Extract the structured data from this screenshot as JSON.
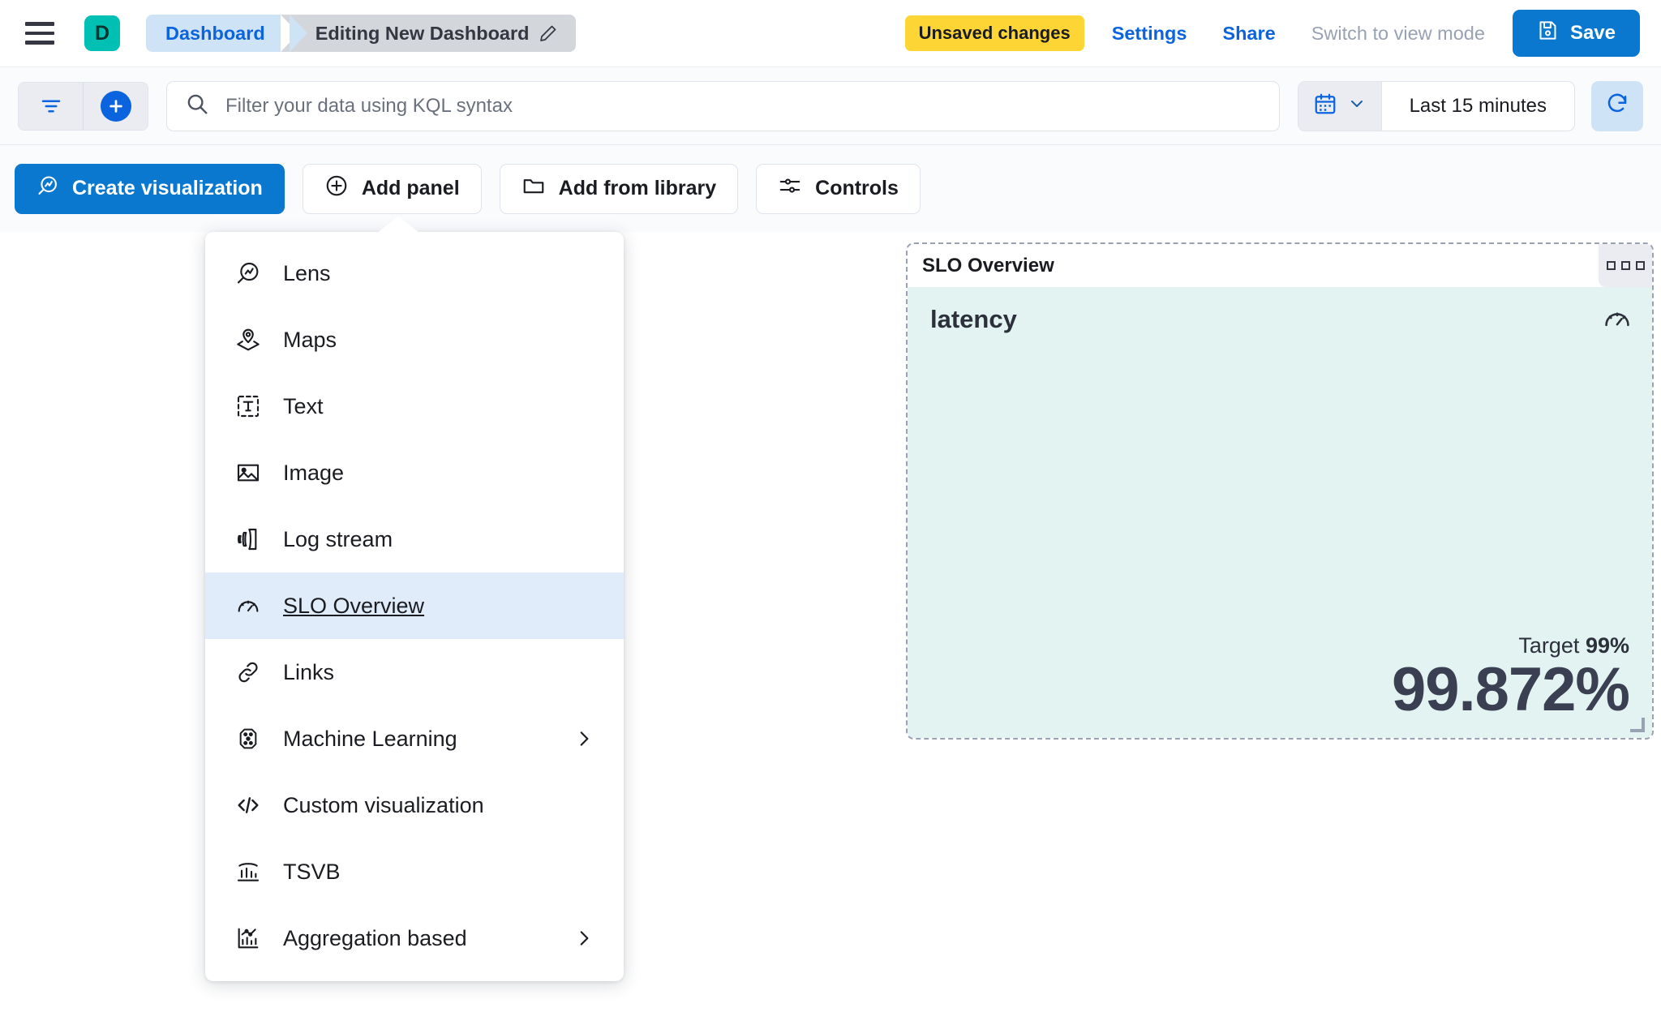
{
  "header": {
    "menu_icon": "hamburger-menu-icon",
    "avatar_letter": "D",
    "breadcrumb_root": "Dashboard",
    "breadcrumb_current": "Editing New Dashboard",
    "edit_icon": "pencil-icon",
    "unsaved_badge": "Unsaved changes",
    "settings_link": "Settings",
    "share_link": "Share",
    "view_mode_link": "Switch to view mode",
    "save_label": "Save",
    "save_icon": "save-disk-icon",
    "accent_blue": "#0b64dd",
    "save_bg": "#0b78d0",
    "badge_bg": "#fdd535",
    "avatar_bg": "#00bfb3"
  },
  "querybar": {
    "filter_icon": "filter-icon",
    "add_filter_icon": "plus-icon",
    "search_icon": "search-icon",
    "search_placeholder": "Filter your data using KQL syntax",
    "search_value": "",
    "calendar_icon": "calendar-icon",
    "chevron_icon": "chevron-down-icon",
    "time_range": "Last 15 minutes",
    "refresh_icon": "refresh-icon"
  },
  "toolbar": {
    "create_visualization": "Create visualization",
    "create_visualization_icon": "lens-icon",
    "add_panel": "Add panel",
    "add_panel_icon": "plus-circle-icon",
    "add_from_library": "Add from library",
    "add_from_library_icon": "folder-icon",
    "controls": "Controls",
    "controls_icon": "sliders-icon"
  },
  "menu": {
    "items": [
      {
        "label": "Lens",
        "icon": "lens-icon",
        "selected": false,
        "submenu": false
      },
      {
        "label": "Maps",
        "icon": "map-pin-layers-icon",
        "selected": false,
        "submenu": false
      },
      {
        "label": "Text",
        "icon": "text-box-icon",
        "selected": false,
        "submenu": false
      },
      {
        "label": "Image",
        "icon": "image-icon",
        "selected": false,
        "submenu": false
      },
      {
        "label": "Log stream",
        "icon": "log-stream-icon",
        "selected": false,
        "submenu": false
      },
      {
        "label": "SLO Overview",
        "icon": "gauge-icon",
        "selected": true,
        "submenu": false
      },
      {
        "label": "Links",
        "icon": "link-icon",
        "selected": false,
        "submenu": false
      },
      {
        "label": "Machine Learning",
        "icon": "machine-learning-icon",
        "selected": false,
        "submenu": true
      },
      {
        "label": "Custom visualization",
        "icon": "code-icon",
        "selected": false,
        "submenu": false
      },
      {
        "label": "TSVB",
        "icon": "tsvb-icon",
        "selected": false,
        "submenu": false
      },
      {
        "label": "Aggregation based",
        "icon": "aggregation-icon",
        "selected": false,
        "submenu": true
      }
    ],
    "highlight_bg": "#e0ecf9"
  },
  "panel": {
    "title": "SLO Overview",
    "context_menu_icon": "panel-context-menu-icon",
    "slo_name": "latency",
    "slo_icon": "gauge-icon",
    "target_label": "Target",
    "target_value": "99%",
    "current_value": "99.872%",
    "body_bg": "#e2f3f1",
    "border_style": "dashed"
  }
}
